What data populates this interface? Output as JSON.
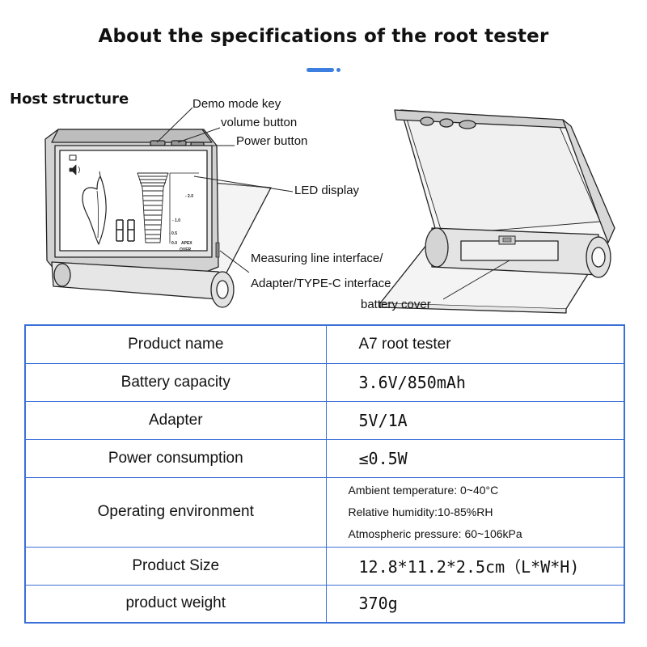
{
  "title": "About the specifications of the root tester",
  "section_title": "Host structure",
  "callouts": {
    "demo_mode_key": "Demo mode key",
    "volume_button": "volume button",
    "power_button": "Power button",
    "led_display": "LED display",
    "measuring_line_1": "Measuring line interface/",
    "measuring_line_2": "Adapter/TYPE-C interface",
    "battery_cover": "battery cover"
  },
  "display_scale": {
    "tick_2_0": "- 2.0",
    "tick_1_0": "- 1.0",
    "tick_0_5": "- 0.5",
    "tick_0_0": "- 0.0",
    "apex": "APEX",
    "over": "OVER"
  },
  "specs": [
    {
      "label": "Product name",
      "value": "A7 root tester"
    },
    {
      "label": "Battery capacity",
      "value": "3.6V/850mAh"
    },
    {
      "label": "Adapter",
      "value": "5V/1A"
    },
    {
      "label": "Power consumption",
      "value": "≤0.5W"
    },
    {
      "label": "Operating environment",
      "lines": [
        "Ambient temperature: 0~40°C",
        "Relative humidity:10-85%RH",
        "Atmospheric pressure: 60~106kPa"
      ]
    },
    {
      "label": "Product Size",
      "value": "12.8*11.2*2.5cm（L*W*H)"
    },
    {
      "label": "product weight",
      "value": "370g"
    }
  ],
  "colors": {
    "table_border": "#3a6fd8",
    "accent": "#3d7fe0"
  }
}
